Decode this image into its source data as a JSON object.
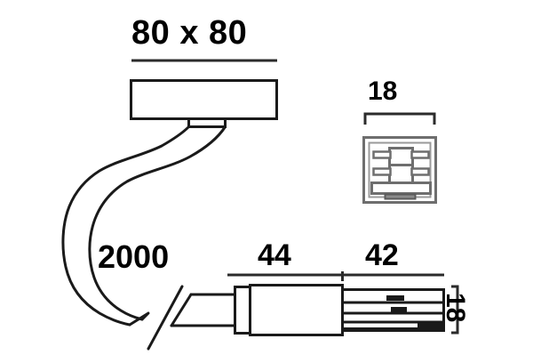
{
  "drawing": {
    "type": "technical-dimension-drawing",
    "subject": "ceiling-mounted luminaire canopy with cable and connector",
    "units": "mm",
    "stroke_color": "#1a1a1a",
    "background_color": "#ffffff",
    "labels": {
      "canopy_width": "80 x 80",
      "cable_length": "2000",
      "connector_body": "44",
      "connector_plug": "42",
      "detail_width": "18",
      "plug_height": "18"
    }
  },
  "chart_data": {
    "type": "table",
    "title": "80 x 80",
    "categories": [
      "canopy_width",
      "cable_length",
      "connector_body",
      "connector_plug",
      "detail_width",
      "plug_height"
    ],
    "values": [
      80,
      2000,
      44,
      42,
      18,
      18
    ],
    "labels": [
      "80 x 80",
      "2000",
      "44",
      "42",
      "18",
      "18"
    ],
    "xlabel": "",
    "ylabel": "",
    "annotations": [
      "80 x 80",
      "2000",
      "44",
      "42",
      "18",
      "18"
    ]
  }
}
